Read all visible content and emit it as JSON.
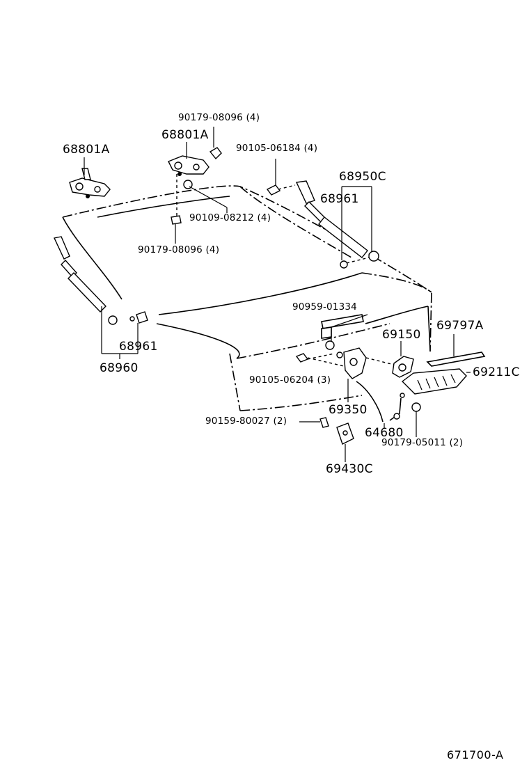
{
  "diagram": {
    "labels": {
      "hinge_left": "68801A",
      "hinge_right": "68801A",
      "bolt_top": "90179-08096 (4)",
      "bolt_hinge": "90105-06184 (4)",
      "stud_hinge": "90109-08212 (4)",
      "nut_hinge": "90179-08096 (4)",
      "support_assy_right": "68950C",
      "support_stud_right": "68961",
      "support_stud_left": "68961",
      "support_assy_left": "68960",
      "lock_bolt": "90959-01334",
      "lock_cylinder": "69150",
      "lock_rod": "69797A",
      "outer_handle": "69211C",
      "lock_screw": "90105-06204 (3)",
      "lock_assy": "69350",
      "striker_screw": "90159-80027 (2)",
      "release_cable": "64680",
      "handle_nut": "90179-05011 (2)",
      "striker": "69430C"
    },
    "reference": "671700-A"
  }
}
